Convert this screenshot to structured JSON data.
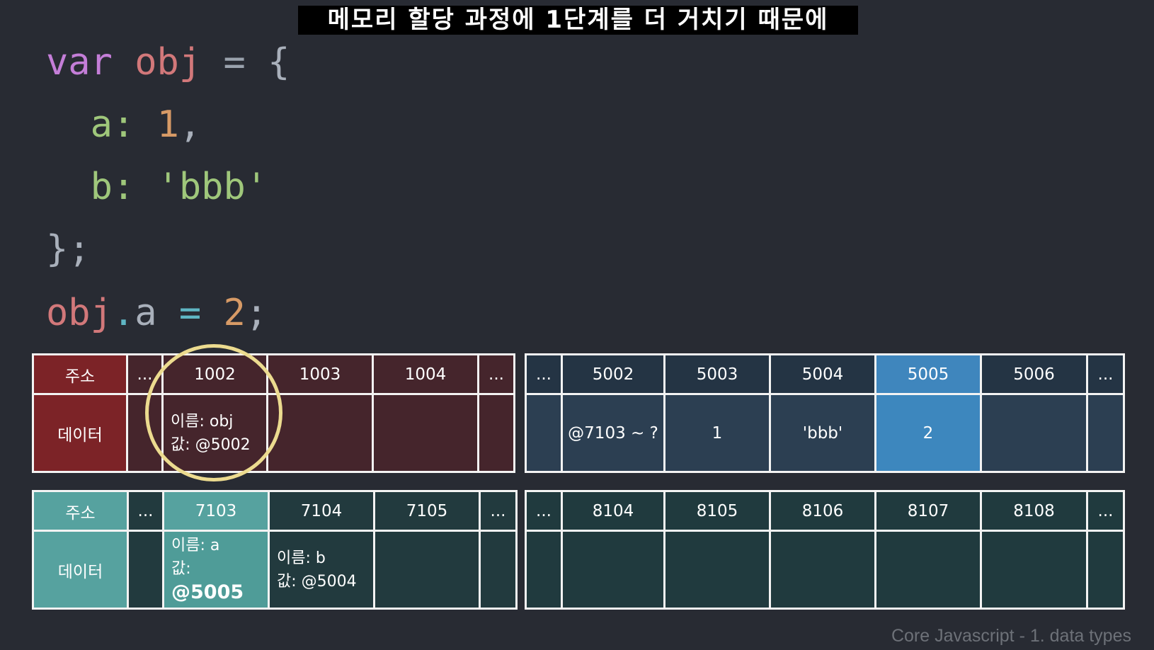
{
  "subtitle": "메모리 할당 과정에 1단계를 더 거치기 때문에",
  "code": {
    "line1": {
      "kw": "var",
      "name": "obj",
      "op": "=",
      "brace": "{"
    },
    "line2": {
      "key": "a:",
      "val": "1",
      "comma": ","
    },
    "line3": {
      "key": "b:",
      "val": "'bbb'"
    },
    "line4": {
      "close": "};"
    },
    "line5": {
      "obj": "obj",
      "dot": ".",
      "prop": "a",
      "op": "=",
      "val": "2",
      "semi": ";"
    }
  },
  "labels": {
    "address": "주소",
    "data": "데이터",
    "ellipsis": "..."
  },
  "table1": {
    "addresses": [
      "1002",
      "1003",
      "1004"
    ],
    "cell_1002": {
      "name": "이름: obj",
      "value": "값: @5002"
    }
  },
  "table2": {
    "addresses": [
      "5002",
      "5003",
      "5004",
      "5005",
      "5006"
    ],
    "data": [
      "@7103 ~ ?",
      "1",
      "'bbb'",
      "2",
      ""
    ]
  },
  "table3": {
    "addresses": [
      "7103",
      "7104",
      "7105"
    ],
    "cell_7103": {
      "name": "이름: a",
      "value_prefix": "값: ",
      "value": "@5005"
    },
    "cell_7104": {
      "name": "이름: b",
      "value": "값: @5004"
    }
  },
  "table4": {
    "addresses": [
      "8104",
      "8105",
      "8106",
      "8107",
      "8108"
    ]
  },
  "highlight": {
    "circled_address": "1002",
    "highlight_address": "5005"
  },
  "credit": "Core Javascript - 1. data types"
}
